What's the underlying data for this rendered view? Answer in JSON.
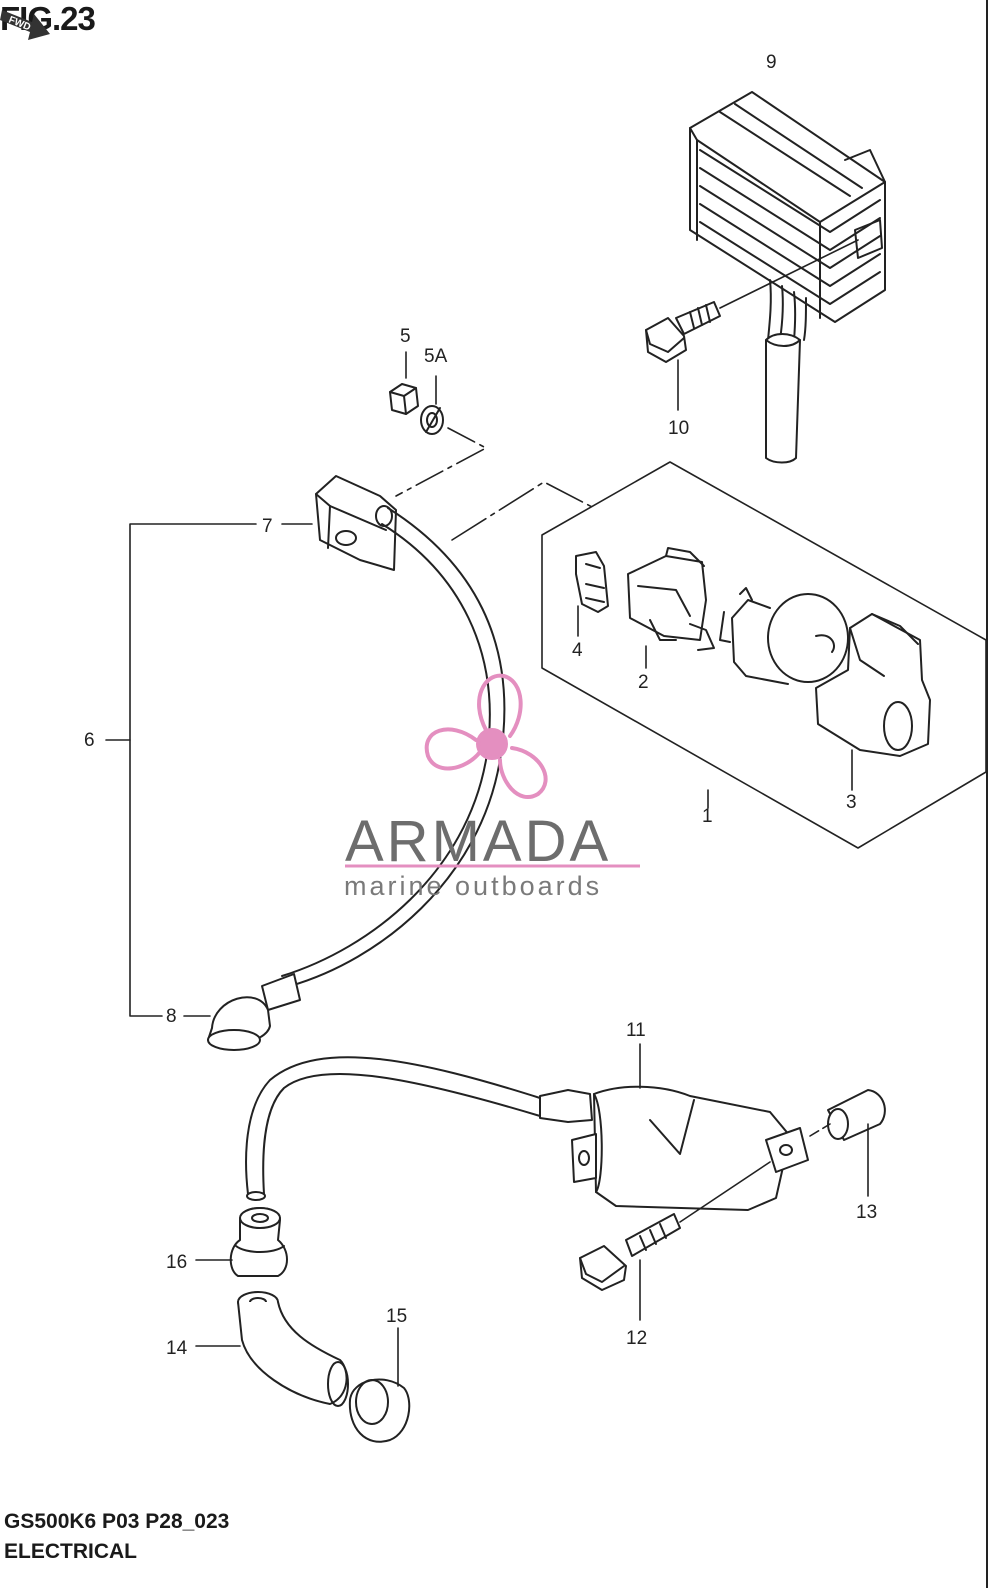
{
  "header": {
    "figure_title": "FIG.23"
  },
  "footer": {
    "model_code": "GS500K6 P03 P28_023",
    "section_name": "ELECTRICAL"
  },
  "watermark": {
    "brand": "ARMADA",
    "tagline": "marine outboards",
    "accent_color": "#e48fc0",
    "text_color": "#6d6d6d"
  },
  "fwd_badge": {
    "label": "FWD"
  },
  "callouts": {
    "c1": "1",
    "c2": "2",
    "c3": "3",
    "c4": "4",
    "c5": "5",
    "c5a": "5A",
    "c6": "6",
    "c7": "7",
    "c8": "8",
    "c9": "9",
    "c10": "10",
    "c11": "11",
    "c12": "12",
    "c13": "13",
    "c14": "14",
    "c15": "15",
    "c16": "16"
  },
  "colors": {
    "line": "#222222",
    "background": "#ffffff"
  }
}
